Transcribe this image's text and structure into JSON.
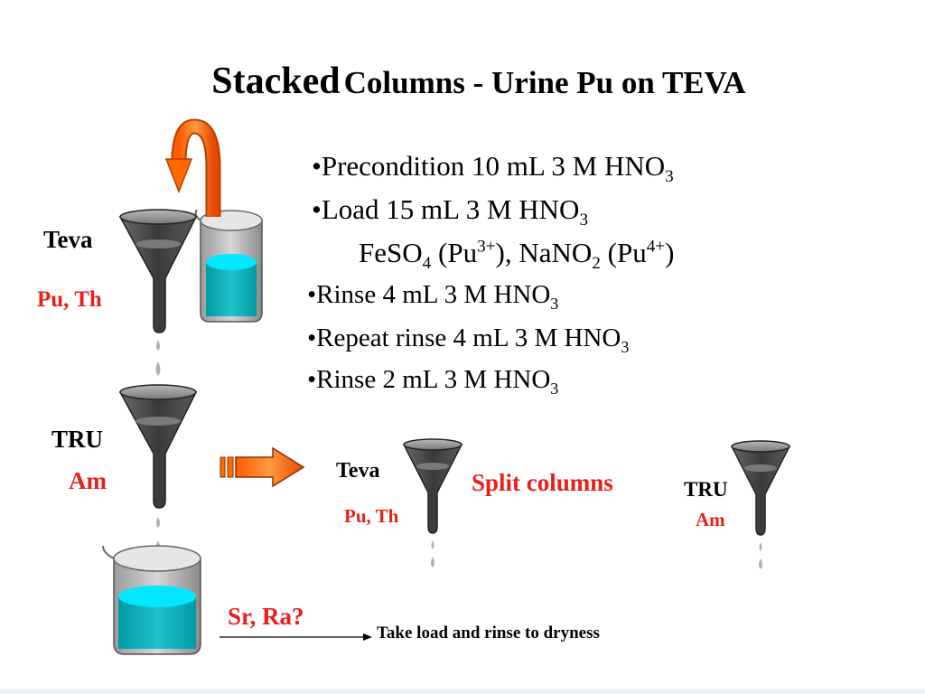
{
  "title": {
    "part1": "Stacked",
    "part2": "Columns - Urine Pu on TEVA"
  },
  "steps": [
    {
      "text": "•Precondition 10 mL 3 M HNO",
      "sub": "3"
    },
    {
      "text": "•Load 15 mL 3 M HNO",
      "sub": "3"
    },
    {
      "line": [
        "FeSO",
        "4",
        " (Pu",
        "3+",
        "), NaNO",
        "2",
        " (Pu",
        "4+",
        ")"
      ]
    },
    {
      "text": "•Rinse 4 mL 3 M HNO",
      "sub": "3"
    },
    {
      "text": "•Repeat rinse 4 mL 3 M HNO",
      "sub": "3"
    },
    {
      "text": "•Rinse 2 mL 3 M HNO",
      "sub": "3"
    }
  ],
  "stacked": {
    "teva_label": "Teva",
    "teva_elements": "Pu, Th",
    "tru_label": "TRU",
    "tru_elements": "Am",
    "beaker_elements": "Sr, Ra?",
    "arrow_note": "Take load and rinse to dryness"
  },
  "split": {
    "caption": "Split columns",
    "teva_label": "Teva",
    "teva_elements": "Pu, Th",
    "tru_label": "TRU",
    "tru_elements": "Am"
  },
  "colors": {
    "label_red": "#e8201b",
    "arrow_orange": "#ff6a00",
    "funnel_gray": "#4d4d4d",
    "liquid_cyan": "#00c8d2"
  }
}
